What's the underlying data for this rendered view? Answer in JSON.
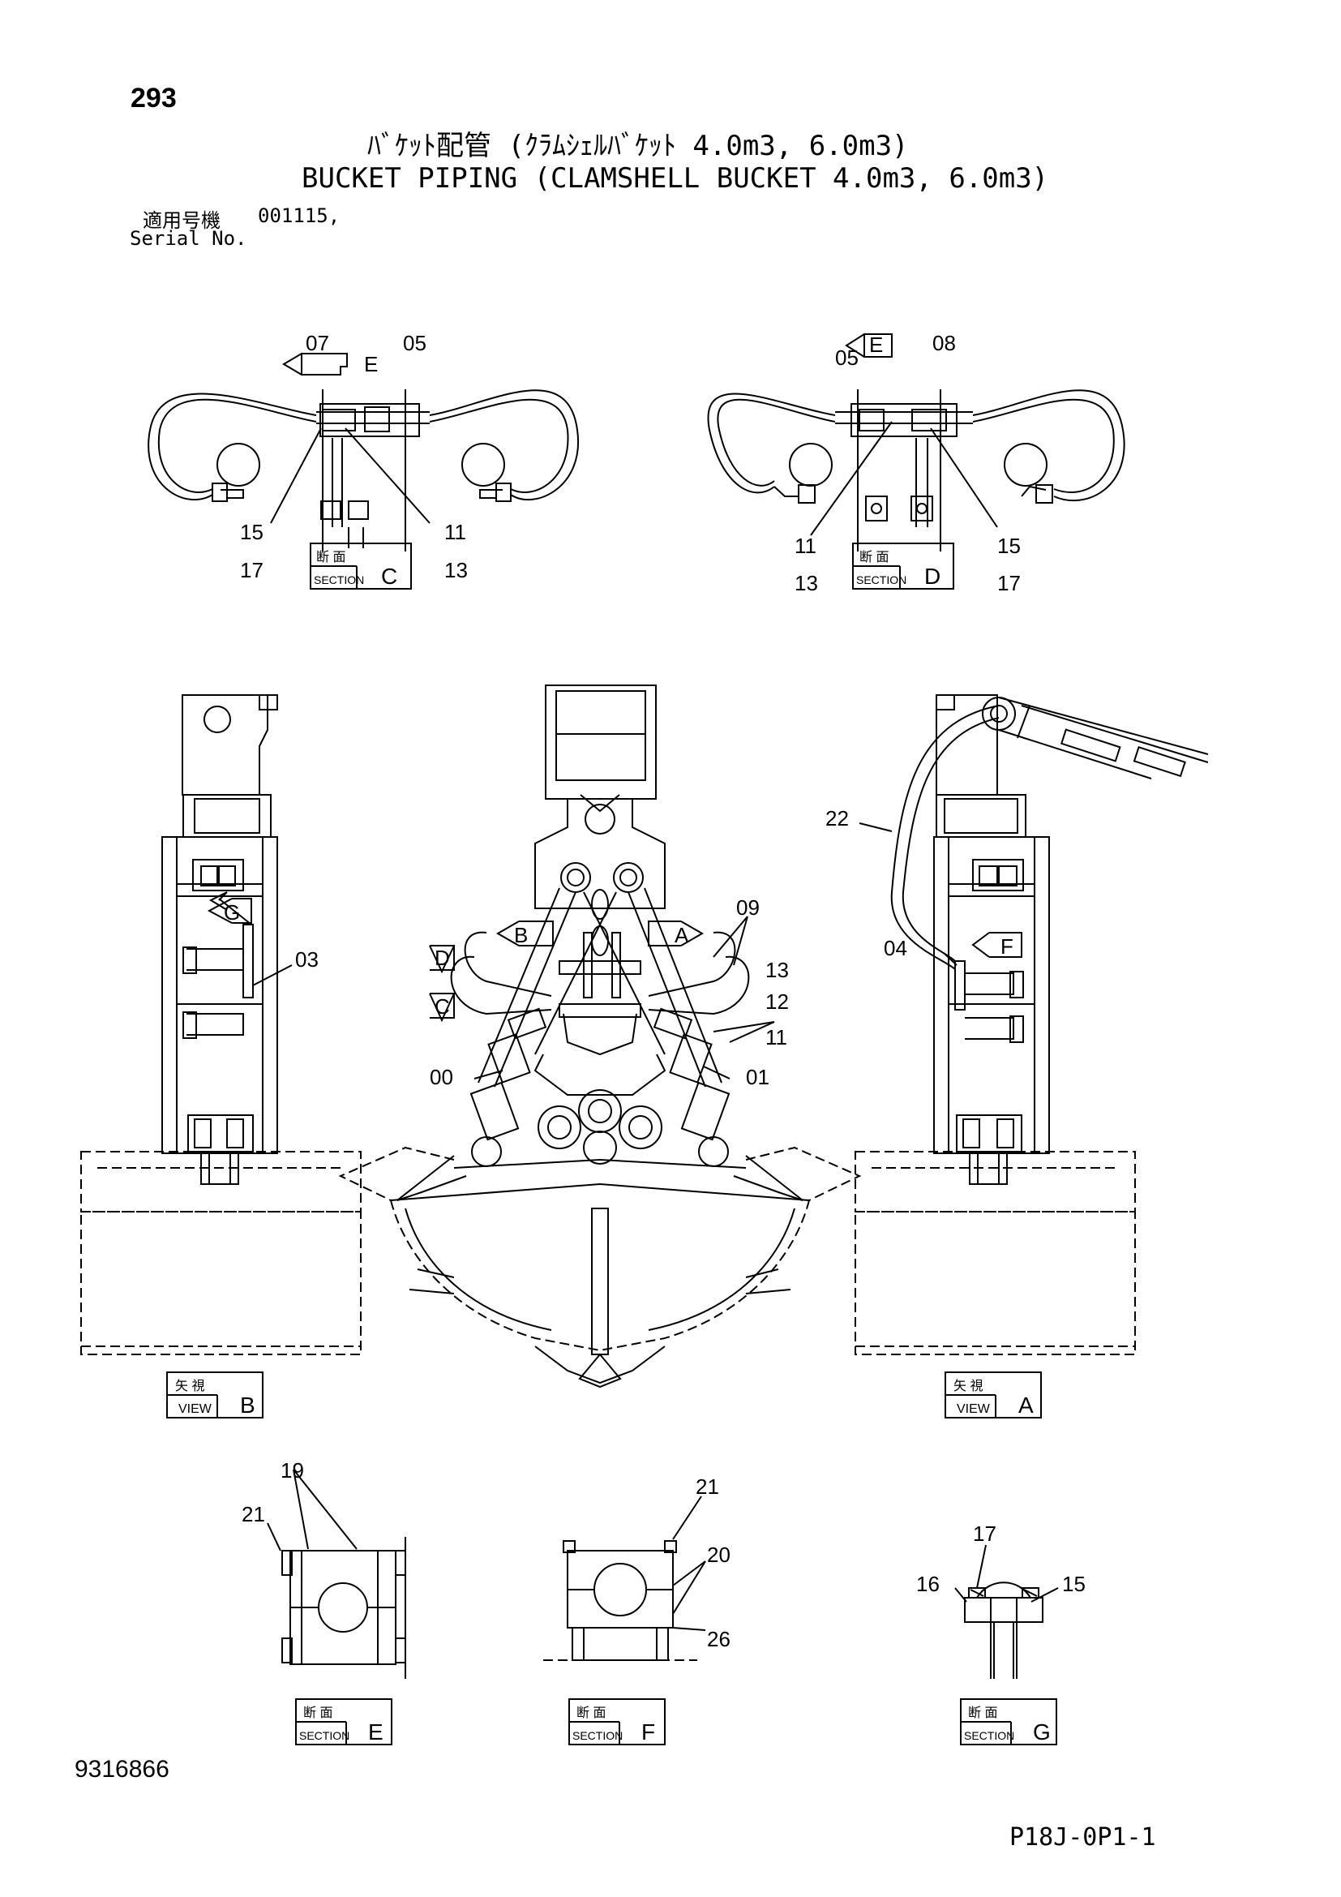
{
  "page_number": "293",
  "title_jp": "ﾊﾞｹｯﾄ配管 (ｸﾗﾑｼｪﾙﾊﾞｹｯﾄ 4.0m3, 6.0m3)",
  "title_en": "BUCKET PIPING (CLAMSHELL BUCKET 4.0m3, 6.0m3)",
  "serial": {
    "label_jp": "適用号機",
    "label_en": "Serial No.",
    "value": "001115,"
  },
  "document_number": "9316866",
  "sheet_code": "P18J-0P1-1",
  "badges": {
    "section_jp": "断 面",
    "section_en": "SECTION",
    "view_jp": "矢 視",
    "view_en": "VIEW"
  },
  "views": {
    "section_c": "C",
    "section_d": "D",
    "view_b": "B",
    "view_a": "A",
    "section_e": "E",
    "section_f": "F",
    "section_g": "G"
  },
  "arrows": {
    "e1": "E",
    "e2": "E",
    "g": "G",
    "b": "B",
    "a": "A",
    "d": "D",
    "c": "C",
    "f": "F"
  },
  "callouts": {
    "c_07": "07",
    "c_05": "05",
    "c_15": "15",
    "c_17": "17",
    "c_11": "11",
    "c_13": "13",
    "d_05": "05",
    "d_08": "08",
    "d_11": "11",
    "d_13": "13",
    "d_15": "15",
    "d_17": "17",
    "b_03": "03",
    "m_09": "09",
    "m_13": "13",
    "m_12": "12",
    "m_11": "11",
    "m_00": "00",
    "m_01": "01",
    "a_22": "22",
    "a_04": "04",
    "e_19": "19",
    "e_21": "21",
    "f_21": "21",
    "f_20": "20",
    "f_26": "26",
    "g_17": "17",
    "g_16": "16",
    "g_15": "15"
  }
}
